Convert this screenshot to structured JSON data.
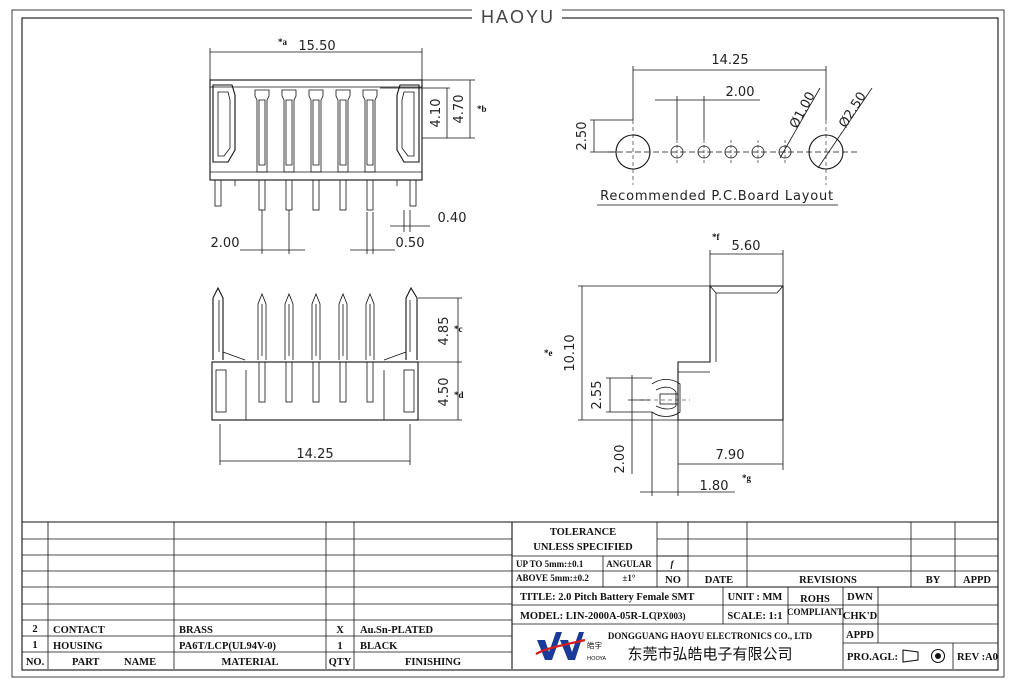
{
  "brand_title": "HAOYU",
  "dimensions": {
    "top_width": "15.50",
    "top_width_tag": "*a",
    "height_inner": "4.10",
    "height_outer": "4.70",
    "height_tag": "*b",
    "pin_width": "0.40",
    "pitch": "2.00",
    "pin_offset": "0.50",
    "front_upper": "4.85",
    "front_upper_tag": "*c",
    "front_lower": "4.50",
    "front_lower_tag": "*d",
    "front_width": "14.25",
    "side_top": "5.60",
    "side_top_tag": "*f",
    "side_height": "10.10",
    "side_height_tag": "*e",
    "side_contact": "2.55",
    "side_depth": "7.90",
    "side_lower": "2.00",
    "side_pad": "1.80",
    "side_pad_tag": "*g",
    "pcb_width": "14.25",
    "pcb_pitch": "2.00",
    "pcb_hole_small": "Ø1.00",
    "pcb_hole_large": "Ø2.50",
    "pcb_height": "2.50"
  },
  "pcb_caption": "Recommended P.C.Board Layout",
  "bom": {
    "headers": {
      "no": "NO.",
      "part": "PART",
      "name": "NAME",
      "material": "MATERIAL",
      "qty": "QTY",
      "finishing": "FINISHING"
    },
    "rows": [
      {
        "no": "2",
        "part": "CONTACT",
        "material": "BRASS",
        "qty": "X",
        "finishing": "Au.Sn-PLATED"
      },
      {
        "no": "1",
        "part": "HOUSING",
        "material": "PA6T/LCP(UL94V-0)",
        "qty": "1",
        "finishing": "BLACK"
      }
    ]
  },
  "tolerance": {
    "title1": "TOLERANCE",
    "title2": "UNLESS   SPECIFIED",
    "row1_label": "UP TO 5mm:±0.1",
    "row2_label": "ABOVE 5mm:±0.2",
    "angular_label": "ANGULAR",
    "angular_value": "±1°",
    "marker": "f"
  },
  "revisions": {
    "no": "NO",
    "date": "DATE",
    "revisions": "REVISIONS",
    "by": "BY",
    "appd": "APPD"
  },
  "title_block": {
    "title": "TITLE: 2.0 Pitch Battery Female SMT",
    "model": "MODEL: LIN-2000A-05R-LC",
    "model_suffix": "(PX003)",
    "unit": "UNIT : MM",
    "scale": "SCALE:  1:1",
    "rohs1": "ROHS",
    "rohs2": "COMPLIANT",
    "dwn": "DWN",
    "chkd": "CHK'D",
    "appd": "APPD",
    "company_en": "DONGGUANG HAOYU ELECTRONICS CO., LTD",
    "company_cn": "东莞市弘皓电子有限公司",
    "logo_cn": "皓宇",
    "logo_en": "HOOYA",
    "pro_agl": "PRO.AGL:",
    "rev": "REV :A0"
  }
}
